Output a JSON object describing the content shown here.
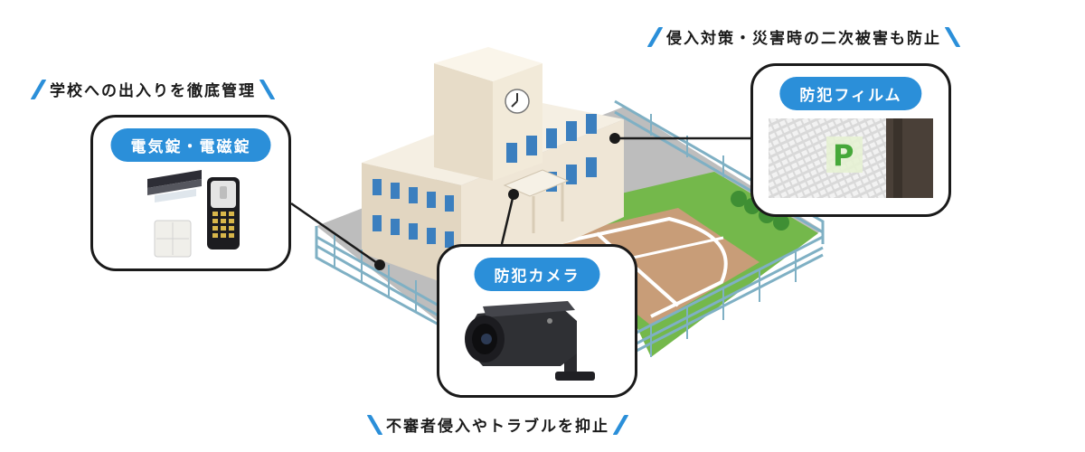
{
  "captions": {
    "top_right": "侵入対策・災害時の二次被害も防止",
    "top_left": "学校への出入りを徹底管理",
    "bottom": "不審者侵入やトラブルを抑止"
  },
  "cards": {
    "lock": {
      "title": "電気錠・電磁錠"
    },
    "film": {
      "title": "防犯フィルム",
      "badge_letter": "P"
    },
    "camera": {
      "title": "防犯カメラ"
    }
  },
  "colors": {
    "accent": "#2b8fd9",
    "building": "#efe6d6",
    "window": "#3b7fbf",
    "fence": "#7fb0c4",
    "grass": "#74b84b",
    "court": "#c89d78"
  }
}
